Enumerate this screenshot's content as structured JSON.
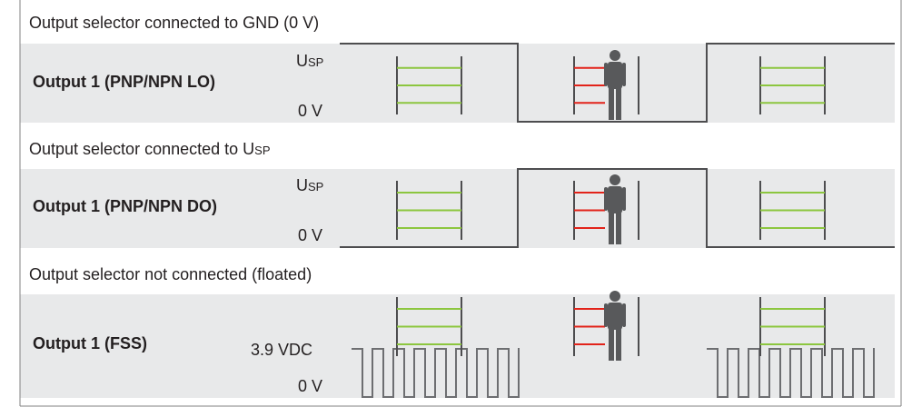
{
  "sections": [
    {
      "title_prefix": "Output selector connected to GND (0 V)",
      "title_sub": "",
      "row_label": "Output 1 (PNP/NPN LO)",
      "top_level_main": "U",
      "top_level_sub": "SP",
      "bottom_level": "0 V",
      "signal": "LO"
    },
    {
      "title_prefix": "Output selector connected to U",
      "title_sub": "SP",
      "row_label": "Output 1 (PNP/NPN  DO)",
      "top_level_main": "U",
      "top_level_sub": "SP",
      "bottom_level": "0 V",
      "signal": "DO"
    },
    {
      "title_prefix": "Output selector not connected (floated)",
      "title_sub": "",
      "row_label": "Output 1 (FSS)",
      "top_level_main": "3.9 VDC",
      "top_level_sub": "",
      "bottom_level": "0 V",
      "signal": "FSS"
    }
  ],
  "colors": {
    "band": "#e8e9ea",
    "beam_clear": "#8cc63f",
    "beam_blocked": "#e2231a",
    "signal": "#6d6e71",
    "person": "#58595b",
    "frame": "#808080"
  }
}
